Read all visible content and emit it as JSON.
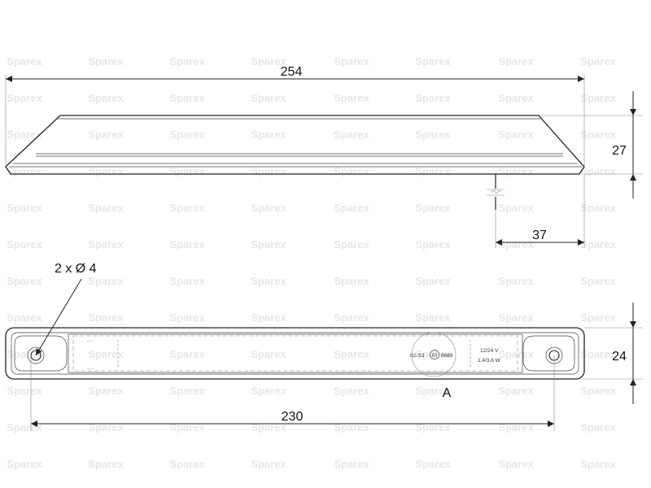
{
  "watermark": {
    "text": "Sparex"
  },
  "dimensions": {
    "overall_length": "254",
    "height": "27",
    "cable_offset": "37",
    "holes": "2 x Ø 4",
    "width": "24",
    "hole_spacing": "230"
  },
  "detail_label": "A",
  "lens_markings": {
    "code_prefix": "02-S3",
    "mark_symbol": "E9",
    "code_number": "6689",
    "voltage": "12/24 V",
    "power": "1,4/3,6 W"
  }
}
